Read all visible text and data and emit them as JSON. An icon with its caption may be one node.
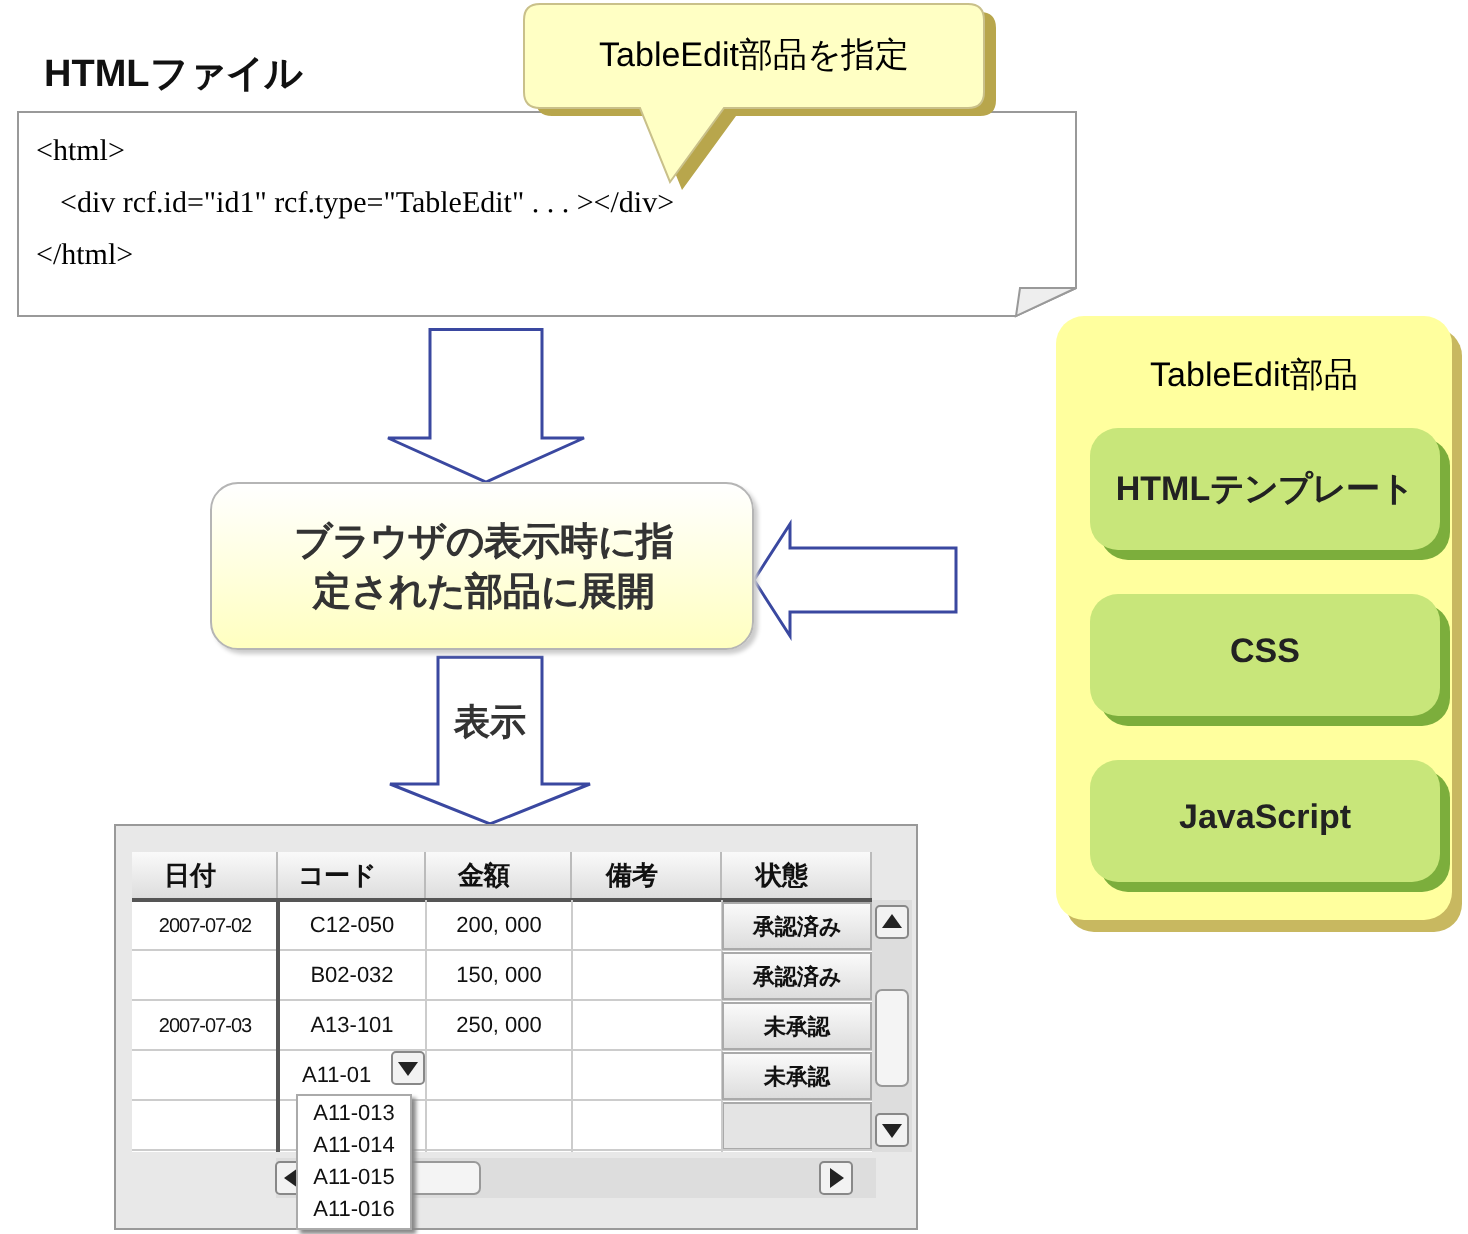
{
  "diagram": {
    "nodes": [
      {
        "text": [
          "HTMLファイル",
          "<html>",
          "<div rcf.id=\"id1\" rcf.type=\"TableEdit\" . . . ></div>",
          "</html>"
        ]
      },
      {
        "text": [
          "TableEdit部品を指定"
        ]
      },
      {
        "text": [
          "ブラウザの表示時に指定された部品に展開"
        ]
      },
      {
        "text": [],
        "shape": "table"
      },
      {
        "text": [
          "TableEdit部品"
        ]
      },
      {
        "text": [
          "HTMLテンプレート"
        ],
        "in": 4
      },
      {
        "text": [
          "CSS"
        ],
        "in": 4
      },
      {
        "text": [
          "JavaScript"
        ],
        "in": 4
      }
    ],
    "edges": [
      {
        "from": 0,
        "to": 2,
        "arrow": "to"
      },
      {
        "from": 2,
        "to": 3,
        "arrow": "to",
        "label": "表示"
      },
      {
        "from": 4,
        "to": 2,
        "arrow": "to"
      }
    ],
    "labels": [
      "日付",
      "コード",
      "金額",
      "備考",
      "状態",
      "2007-07-02",
      "C12-050",
      "200, 000",
      "承認済み",
      "B02-032",
      "150, 000",
      "承認済み",
      "2007-07-03",
      "A13-101",
      "250, 000",
      "未承認",
      "A11-01",
      "未承認",
      "A11-013",
      "A11-014",
      "A11-015",
      "A11-016"
    ]
  }
}
